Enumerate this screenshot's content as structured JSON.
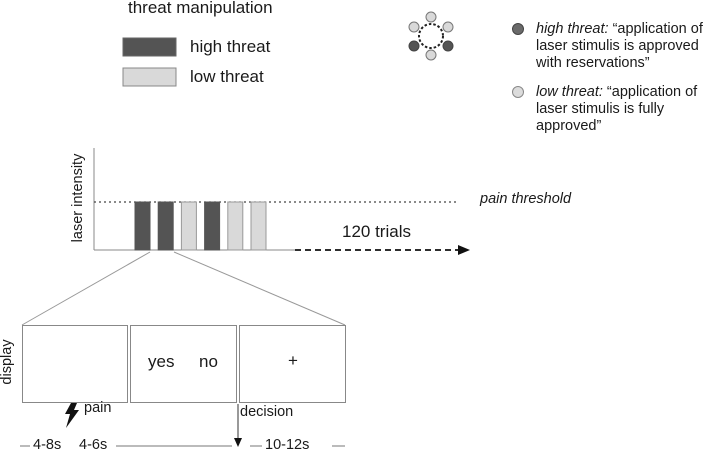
{
  "legend": {
    "title": "threat manipulation",
    "high_label": "high threat",
    "low_label": "low threat"
  },
  "cues": {
    "high_prefix": "high threat:",
    "high_text_1": " “application of",
    "high_text_2": "laser stimulis is approved",
    "high_text_3": "with reservations”",
    "low_prefix": "low threat:",
    "low_text_1": " “application of",
    "low_text_2": "laser stimulis is fully",
    "low_text_3": "approved”"
  },
  "intensity_plot": {
    "ylabel": "laser intensity",
    "threshold_label": "pain threshold",
    "trials_label": "120 trials",
    "sequence": [
      "high",
      "high",
      "low",
      "high",
      "low",
      "low"
    ]
  },
  "trial": {
    "display_label": "display",
    "response_yes": "yes",
    "response_no": "no",
    "fixation": "+",
    "pain_label": "pain",
    "decision_label": "decision",
    "timings": [
      "4-8s",
      "4-6s",
      "10-12s"
    ]
  },
  "colors": {
    "high": "#545454",
    "low": "#d9d9d9",
    "stroke": "#888888",
    "text": "#1a1a1a"
  }
}
